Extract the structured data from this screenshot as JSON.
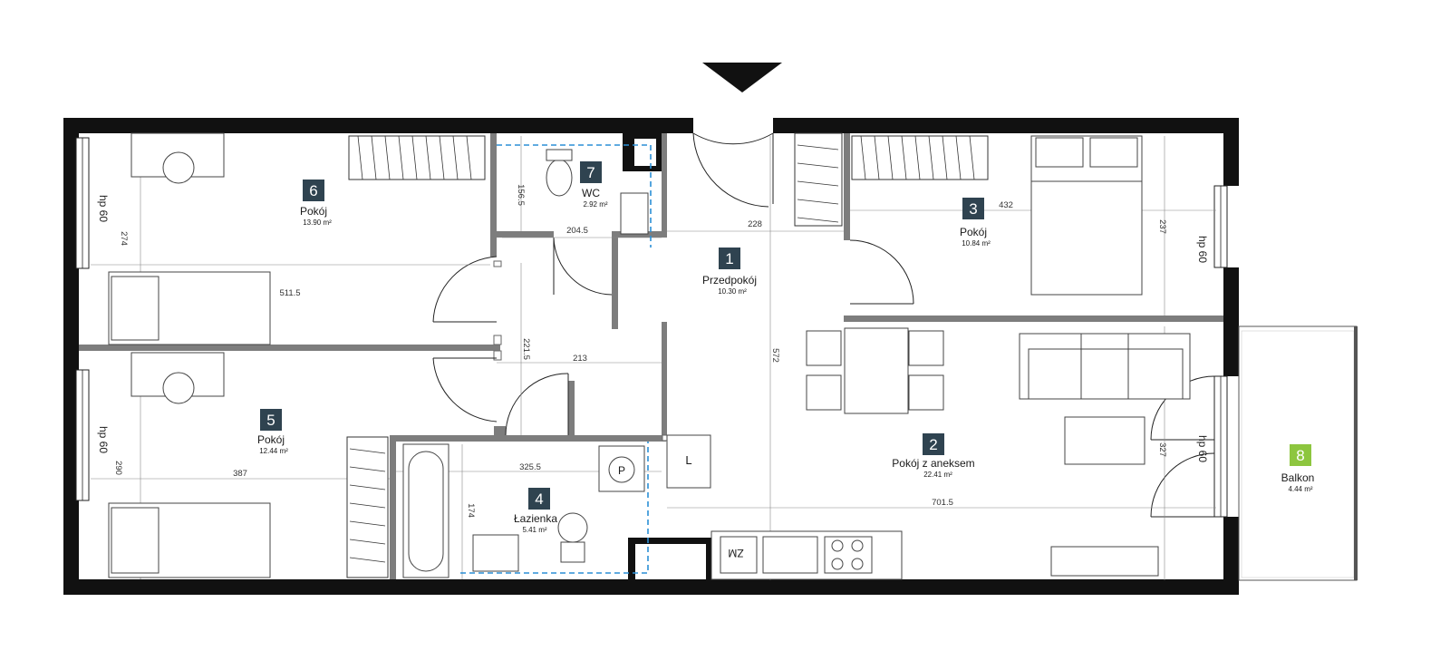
{
  "rooms": [
    {
      "number": "1",
      "name": "Przedpokój",
      "area": "10.30 m²"
    },
    {
      "number": "2",
      "name": "Pokój z aneksem",
      "area": "22.41 m²"
    },
    {
      "number": "3",
      "name": "Pokój",
      "area": "10.84 m²"
    },
    {
      "number": "4",
      "name": "Łazienka",
      "area": "5.41 m²"
    },
    {
      "number": "5",
      "name": "Pokój",
      "area": "12.44 m²"
    },
    {
      "number": "6",
      "name": "Pokój",
      "area": "13.90 m²"
    },
    {
      "number": "7",
      "name": "WC",
      "area": "2.92 m²"
    },
    {
      "number": "8",
      "name": "Balkon",
      "area": "4.44 m²"
    }
  ],
  "window_labels": [
    "hp 60",
    "hp 60",
    "hp 60",
    "hp 60"
  ],
  "dimensions": [
    "274",
    "511.5",
    "156.5",
    "204.5",
    "228",
    "432",
    "237",
    "572",
    "221.5",
    "213",
    "290",
    "387",
    "325.5",
    "174",
    "327",
    "701.5"
  ],
  "fixture_labels": {
    "wardrobe": "L",
    "fridge": "ZM",
    "boiler": "P"
  },
  "colors": {
    "badge": "#2f4350",
    "balcony_badge": "#8dc63f",
    "wall": "#111111",
    "dashed": "#2b8fd6"
  }
}
